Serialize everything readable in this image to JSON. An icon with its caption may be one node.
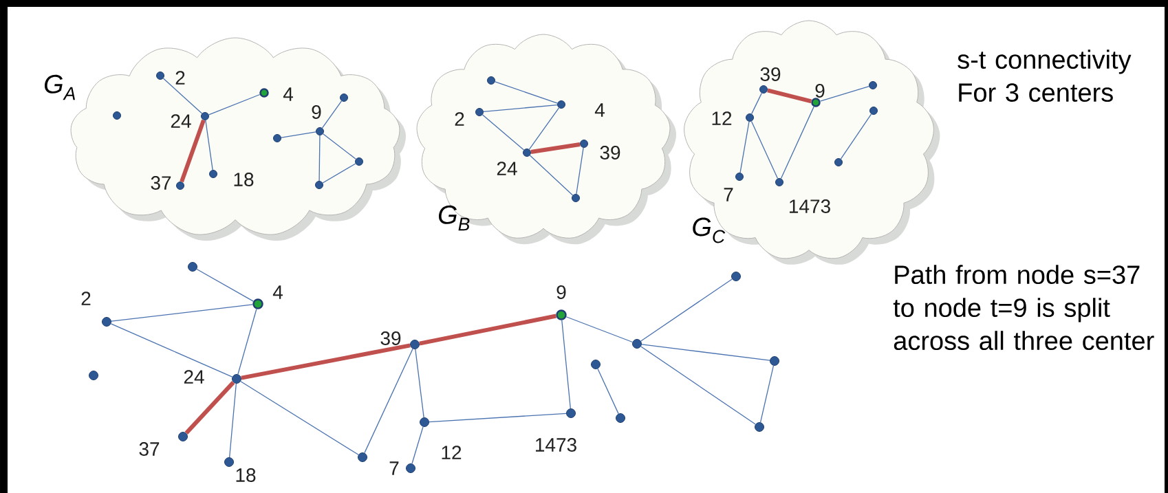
{
  "diagram": {
    "nodes": [
      {
        "text": [
          "G$_{A}$"
        ]
      },
      {
        "text": [],
        "shape": "circle",
        "in": 0,
        "beside": [
          "2"
        ]
      },
      {
        "text": [],
        "shape": "circle",
        "in": 0,
        "beside": [
          "4"
        ]
      },
      {
        "text": [],
        "shape": "circle",
        "in": 0
      },
      {
        "text": [],
        "shape": "circle",
        "in": 0,
        "beside": [
          "24"
        ]
      },
      {
        "text": [],
        "shape": "circle",
        "in": 0,
        "beside": [
          "37"
        ]
      },
      {
        "text": [],
        "shape": "circle",
        "in": 0,
        "beside": [
          "18"
        ]
      },
      {
        "text": [],
        "shape": "circle",
        "in": 0
      },
      {
        "text": [],
        "shape": "circle",
        "in": 0,
        "beside": [
          "9"
        ]
      },
      {
        "text": [],
        "shape": "circle",
        "in": 0
      },
      {
        "text": [],
        "shape": "circle",
        "in": 0
      },
      {
        "text": [],
        "shape": "circle",
        "in": 0
      },
      {
        "text": [
          "G$_{B}$"
        ]
      },
      {
        "text": [],
        "shape": "circle",
        "in": 12
      },
      {
        "text": [],
        "shape": "circle",
        "in": 12,
        "beside": [
          "4"
        ]
      },
      {
        "text": [],
        "shape": "circle",
        "in": 12,
        "beside": [
          "2"
        ]
      },
      {
        "text": [],
        "shape": "circle",
        "in": 12,
        "beside": [
          "24"
        ]
      },
      {
        "text": [],
        "shape": "circle",
        "in": 12,
        "beside": [
          "39"
        ]
      },
      {
        "text": [],
        "shape": "circle",
        "in": 12
      },
      {
        "text": [
          "G$_{C}$"
        ]
      },
      {
        "text": [],
        "shape": "circle",
        "in": 19,
        "beside": [
          "39"
        ]
      },
      {
        "text": [],
        "shape": "circle",
        "in": 19,
        "beside": [
          "9"
        ]
      },
      {
        "text": [],
        "shape": "circle",
        "in": 19
      },
      {
        "text": [],
        "shape": "circle",
        "in": 19,
        "beside": [
          "12"
        ]
      },
      {
        "text": [],
        "shape": "circle",
        "in": 19
      },
      {
        "text": [],
        "shape": "circle",
        "in": 19,
        "beside": [
          "7"
        ]
      },
      {
        "text": [],
        "shape": "circle",
        "in": 19,
        "beside": [
          "1473"
        ]
      },
      {
        "text": [],
        "shape": "circle",
        "in": 19
      },
      {
        "text": [],
        "shape": "circle"
      },
      {
        "text": [],
        "shape": "circle",
        "beside": [
          "4"
        ]
      },
      {
        "text": [],
        "shape": "circle",
        "beside": [
          "2"
        ]
      },
      {
        "text": [],
        "shape": "circle"
      },
      {
        "text": [],
        "shape": "circle",
        "beside": [
          "24"
        ]
      },
      {
        "text": [],
        "shape": "circle",
        "beside": [
          "37"
        ]
      },
      {
        "text": [],
        "shape": "circle",
        "beside": [
          "18"
        ]
      },
      {
        "text": [],
        "shape": "circle"
      },
      {
        "text": [],
        "shape": "circle",
        "beside": [
          "39"
        ]
      },
      {
        "text": [],
        "shape": "circle",
        "beside": [
          "9"
        ]
      },
      {
        "text": [],
        "shape": "circle",
        "beside": [
          "12"
        ]
      },
      {
        "text": [],
        "shape": "circle",
        "beside": [
          "7"
        ]
      },
      {
        "text": [],
        "shape": "circle",
        "beside": [
          "1473"
        ]
      },
      {
        "text": [],
        "shape": "circle"
      },
      {
        "text": [],
        "shape": "circle"
      },
      {
        "text": [],
        "shape": "circle"
      },
      {
        "text": [],
        "shape": "circle"
      },
      {
        "text": [],
        "shape": "circle"
      },
      {
        "text": [],
        "shape": "circle"
      }
    ],
    "edges": [
      {
        "from": 1,
        "to": 4,
        "arrow": "none"
      },
      {
        "from": 2,
        "to": 4,
        "arrow": "none"
      },
      {
        "from": 4,
        "to": 5,
        "arrow": "none",
        "style": "thick",
        "color": "#c0504d"
      },
      {
        "from": 4,
        "to": 6,
        "arrow": "none"
      },
      {
        "from": 8,
        "to": 7,
        "arrow": "none"
      },
      {
        "from": 8,
        "to": 9,
        "arrow": "none"
      },
      {
        "from": 8,
        "to": 10,
        "arrow": "none"
      },
      {
        "from": 8,
        "to": 11,
        "arrow": "none"
      },
      {
        "from": 11,
        "to": 10,
        "arrow": "none"
      },
      {
        "from": 13,
        "to": 14,
        "arrow": "none"
      },
      {
        "from": 15,
        "to": 14,
        "arrow": "none"
      },
      {
        "from": 15,
        "to": 16,
        "arrow": "none"
      },
      {
        "from": 14,
        "to": 16,
        "arrow": "none"
      },
      {
        "from": 16,
        "to": 17,
        "arrow": "none",
        "style": "thick",
        "color": "#c0504d"
      },
      {
        "from": 17,
        "to": 18,
        "arrow": "none"
      },
      {
        "from": 16,
        "to": 18,
        "arrow": "none"
      },
      {
        "from": 20,
        "to": 21,
        "arrow": "none",
        "style": "thick",
        "color": "#c0504d"
      },
      {
        "from": 21,
        "to": 22,
        "arrow": "none"
      },
      {
        "from": 20,
        "to": 23,
        "arrow": "none"
      },
      {
        "from": 23,
        "to": 25,
        "arrow": "none"
      },
      {
        "from": 23,
        "to": 26,
        "arrow": "none"
      },
      {
        "from": 21,
        "to": 26,
        "arrow": "none"
      },
      {
        "from": 24,
        "to": 27,
        "arrow": "none"
      },
      {
        "from": 28,
        "to": 29,
        "arrow": "none"
      },
      {
        "from": 30,
        "to": 29,
        "arrow": "none"
      },
      {
        "from": 30,
        "to": 32,
        "arrow": "none"
      },
      {
        "from": 29,
        "to": 32,
        "arrow": "none"
      },
      {
        "from": 32,
        "to": 34,
        "arrow": "none"
      },
      {
        "from": 32,
        "to": 33,
        "arrow": "none",
        "style": "thick",
        "color": "#c0504d"
      },
      {
        "from": 32,
        "to": 36,
        "arrow": "none",
        "style": "thick",
        "color": "#c0504d"
      },
      {
        "from": 36,
        "to": 37,
        "arrow": "none",
        "style": "thick",
        "color": "#c0504d"
      },
      {
        "from": 32,
        "to": 35,
        "arrow": "none"
      },
      {
        "from": 35,
        "to": 36,
        "arrow": "none"
      },
      {
        "from": 36,
        "to": 38,
        "arrow": "none"
      },
      {
        "from": 38,
        "to": 39,
        "arrow": "none"
      },
      {
        "from": 38,
        "to": 40,
        "arrow": "none"
      },
      {
        "from": 40,
        "to": 37,
        "arrow": "none"
      },
      {
        "from": 37,
        "to": 42,
        "arrow": "none"
      },
      {
        "from": 42,
        "to": 41,
        "arrow": "none"
      },
      {
        "from": 42,
        "to": 45,
        "arrow": "none"
      },
      {
        "from": 42,
        "to": 46,
        "arrow": "none"
      },
      {
        "from": 45,
        "to": 46,
        "arrow": "none"
      },
      {
        "from": 43,
        "to": 44,
        "arrow": "none"
      }
    ],
    "labels": [
      "s-t connectivity For 3 centers",
      "Path from node s=37 to node t=9 is split across all three center"
    ]
  }
}
